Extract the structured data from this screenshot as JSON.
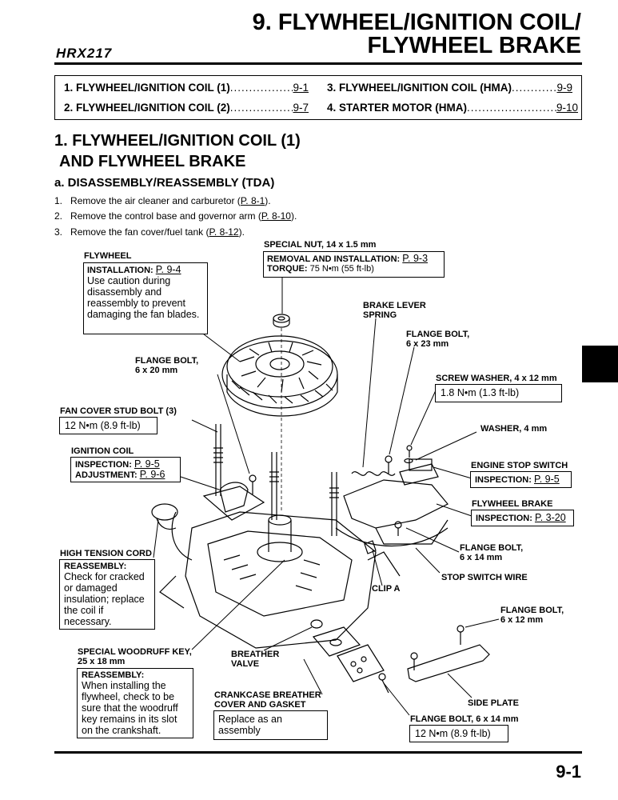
{
  "header": {
    "model": "HRX217",
    "title_line1": "9. FLYWHEEL/IGNITION COIL/",
    "title_line2": "FLYWHEEL BRAKE"
  },
  "toc": [
    {
      "label": "1. FLYWHEEL/IGNITION COIL (1)",
      "page": "9-1"
    },
    {
      "label": "2. FLYWHEEL/IGNITION COIL (2)",
      "page": "9-7"
    },
    {
      "label": "3. FLYWHEEL/IGNITION COIL (HMA)",
      "page": "9-9"
    },
    {
      "label": "4. STARTER MOTOR (HMA)",
      "page": "9-10"
    }
  ],
  "section": {
    "heading_line1": "1. FLYWHEEL/IGNITION COIL (1)",
    "heading_line2": "AND FLYWHEEL BRAKE",
    "subheading": "a. DISASSEMBLY/REASSEMBLY (TDA)",
    "steps": [
      {
        "num": "1.",
        "text": "Remove the air cleaner and carburetor (",
        "ref": "P. 8-1",
        "end": ")."
      },
      {
        "num": "2.",
        "text": "Remove the control base and governor arm (",
        "ref": "P. 8-10",
        "end": ")."
      },
      {
        "num": "3.",
        "text": "Remove the fan cover/fuel tank (",
        "ref": "P. 8-12",
        "end": ")."
      }
    ]
  },
  "labels": {
    "flywheel": "FLYWHEEL",
    "flywheel_install_h": "INSTALLATION:",
    "flywheel_install_ref": "P. 9-4",
    "flywheel_install_text": "Use caution during disassembly and reassembly to prevent damaging the fan blades.",
    "special_nut": "SPECIAL NUT, 14 x 1.5 mm",
    "nut_removal_h": "REMOVAL AND INSTALLATION:",
    "nut_removal_ref": "P. 9-3",
    "nut_torque_h": "TORQUE:",
    "nut_torque": "75 N•m (55 ft-lb)",
    "brake_lever_spring_1": "BRAKE LEVER",
    "brake_lever_spring_2": "SPRING",
    "flange_bolt_6x23_1": "FLANGE BOLT,",
    "flange_bolt_6x23_2": "6 x 23 mm",
    "flange_bolt_6x20_1": "FLANGE BOLT,",
    "flange_bolt_6x20_2": "6 x 20 mm",
    "screw_washer": "SCREW WASHER, 4 x 12 mm",
    "screw_washer_torque": "1.8 N•m (1.3 ft-lb)",
    "fan_cover_stud": "FAN COVER STUD BOLT (3)",
    "fan_cover_stud_torque": "12 N•m (8.9 ft-lb)",
    "washer_4": "WASHER, 4 mm",
    "ignition_coil": "IGNITION COIL",
    "ign_inspection_h": "INSPECTION:",
    "ign_inspection_ref": "P. 9-5",
    "ign_adjust_h": "ADJUSTMENT:",
    "ign_adjust_ref": "P. 9-6",
    "engine_stop_switch": "ENGINE STOP SWITCH",
    "ess_inspection_h": "INSPECTION:",
    "ess_inspection_ref": "P. 9-5",
    "flywheel_brake": "FLYWHEEL BRAKE",
    "fb_inspection_h": "INSPECTION:",
    "fb_inspection_ref": "P. 3-20",
    "high_tension_cord": "HIGH TENSION CORD",
    "htc_reassembly_h": "REASSEMBLY:",
    "htc_reassembly_text": "Check for cracked or damaged insulation; replace the coil if necessary.",
    "flange_bolt_6x14a_1": "FLANGE BOLT,",
    "flange_bolt_6x14a_2": "6 x 14 mm",
    "stop_switch_wire": "STOP SWITCH WIRE",
    "clip_a": "CLIP A",
    "flange_bolt_6x12_1": "FLANGE BOLT,",
    "flange_bolt_6x12_2": "6 x 12 mm",
    "woodruff_1": "SPECIAL WOODRUFF KEY,",
    "woodruff_2": "25 x 18 mm",
    "woodruff_reassembly_h": "REASSEMBLY:",
    "woodruff_reassembly_text": "When installing the flywheel, check to be sure that the woodruff key remains in its slot on the crankshaft.",
    "breather_valve_1": "BREATHER",
    "breather_valve_2": "VALVE",
    "crankcase_breather_1": "CRANKCASE BREATHER",
    "crankcase_breather_2": "COVER AND GASKET",
    "crankcase_breather_text": "Replace as an assembly",
    "side_plate": "SIDE PLATE",
    "flange_bolt_6x14b": "FLANGE BOLT, 6 x 14 mm",
    "flange_bolt_6x14b_torque": "12 N•m (8.9 ft-lb)"
  },
  "footer": {
    "page_number": "9-1"
  }
}
